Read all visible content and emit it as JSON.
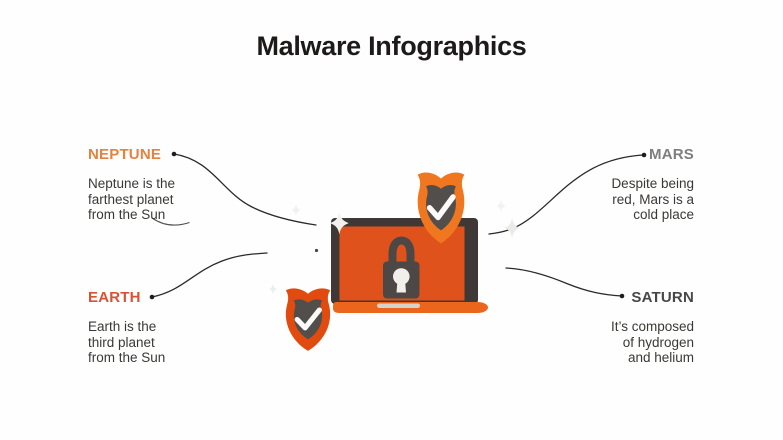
{
  "page": {
    "title": "Malware Infographics",
    "background_color": "#FEFEFE"
  },
  "callouts": {
    "neptune": {
      "label": "NEPTUNE",
      "description": "Neptune is the\nfarthest planet\nfrom the Sun",
      "label_color": "#E5823E",
      "side": "left"
    },
    "earth": {
      "label": "EARTH",
      "description": "Earth is the\nthird planet\nfrom the Sun",
      "label_color": "#D65433",
      "side": "left"
    },
    "mars": {
      "label": "MARS",
      "description": "Despite being\nred, Mars is a\ncold place",
      "label_color": "#7E7E7E",
      "side": "right"
    },
    "saturn": {
      "label": "SATURN",
      "description": "It’s composed\nof hydrogen\nand helium",
      "label_color": "#474747",
      "side": "right"
    }
  },
  "illustration": {
    "icons": {
      "laptop": "laptop-icon",
      "padlock": "padlock-icon",
      "shield_top_right": "shield-check-icon",
      "shield_bottom_left": "shield-check-icon",
      "sparkles": "sparkle-icon",
      "connectors": "curved-connector-line"
    },
    "colors": {
      "screen_orange": "#E0521B",
      "base_orange": "#EB651C",
      "shield_top_orange": "#F0771F",
      "shield_bottom_orange": "#E14B10",
      "bezel_dark": "#3E3936",
      "lock_dark": "#4D4845",
      "check_white": "#FBFAF8",
      "keyhole_white": "#F1EFEB",
      "connector_line": "#2B2A28"
    }
  }
}
